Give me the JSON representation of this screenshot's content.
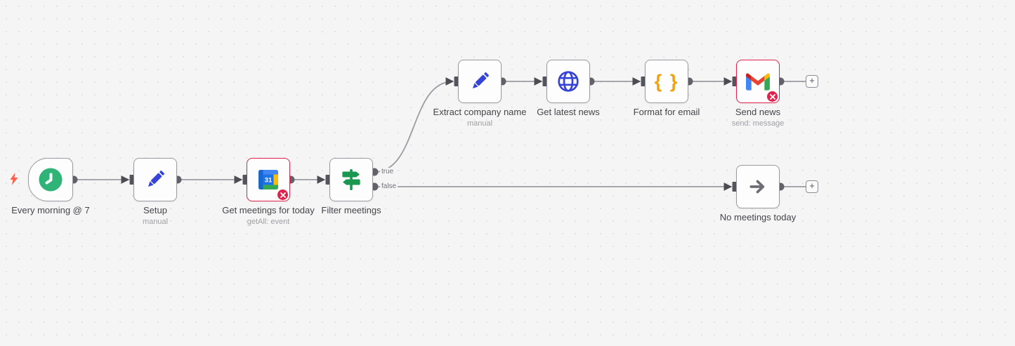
{
  "app": "workflow-editor",
  "nodes": [
    {
      "label": "Every morning @ 7",
      "subtitle": ""
    },
    {
      "label": "Setup",
      "subtitle": "manual"
    },
    {
      "label": "Get meetings for today",
      "subtitle": "getAll: event"
    },
    {
      "label": "Filter meetings",
      "subtitle": ""
    },
    {
      "label": "Extract company name",
      "subtitle": "manual"
    },
    {
      "label": "Get latest news",
      "subtitle": ""
    },
    {
      "label": "Format for email",
      "subtitle": ""
    },
    {
      "label": "Send news",
      "subtitle": "send: message"
    },
    {
      "label": "No meetings today",
      "subtitle": ""
    }
  ],
  "branch_labels": {
    "true": "true",
    "false": "false"
  },
  "add_button_label": "+",
  "calendar_day": "31",
  "braces_glyph": "{ }",
  "colors": {
    "canvas_background": "#f5f5f6",
    "node_border": "#9a9aa1",
    "error_red": "#e0224d",
    "wire_gray": "#9b9ba2",
    "icon_blue": "#3543d8",
    "trigger_green": "#2fb377",
    "signpost_green": "#1a9850",
    "braces_orange": "#f2a20d",
    "bolt_orange": "#ff5e49"
  }
}
